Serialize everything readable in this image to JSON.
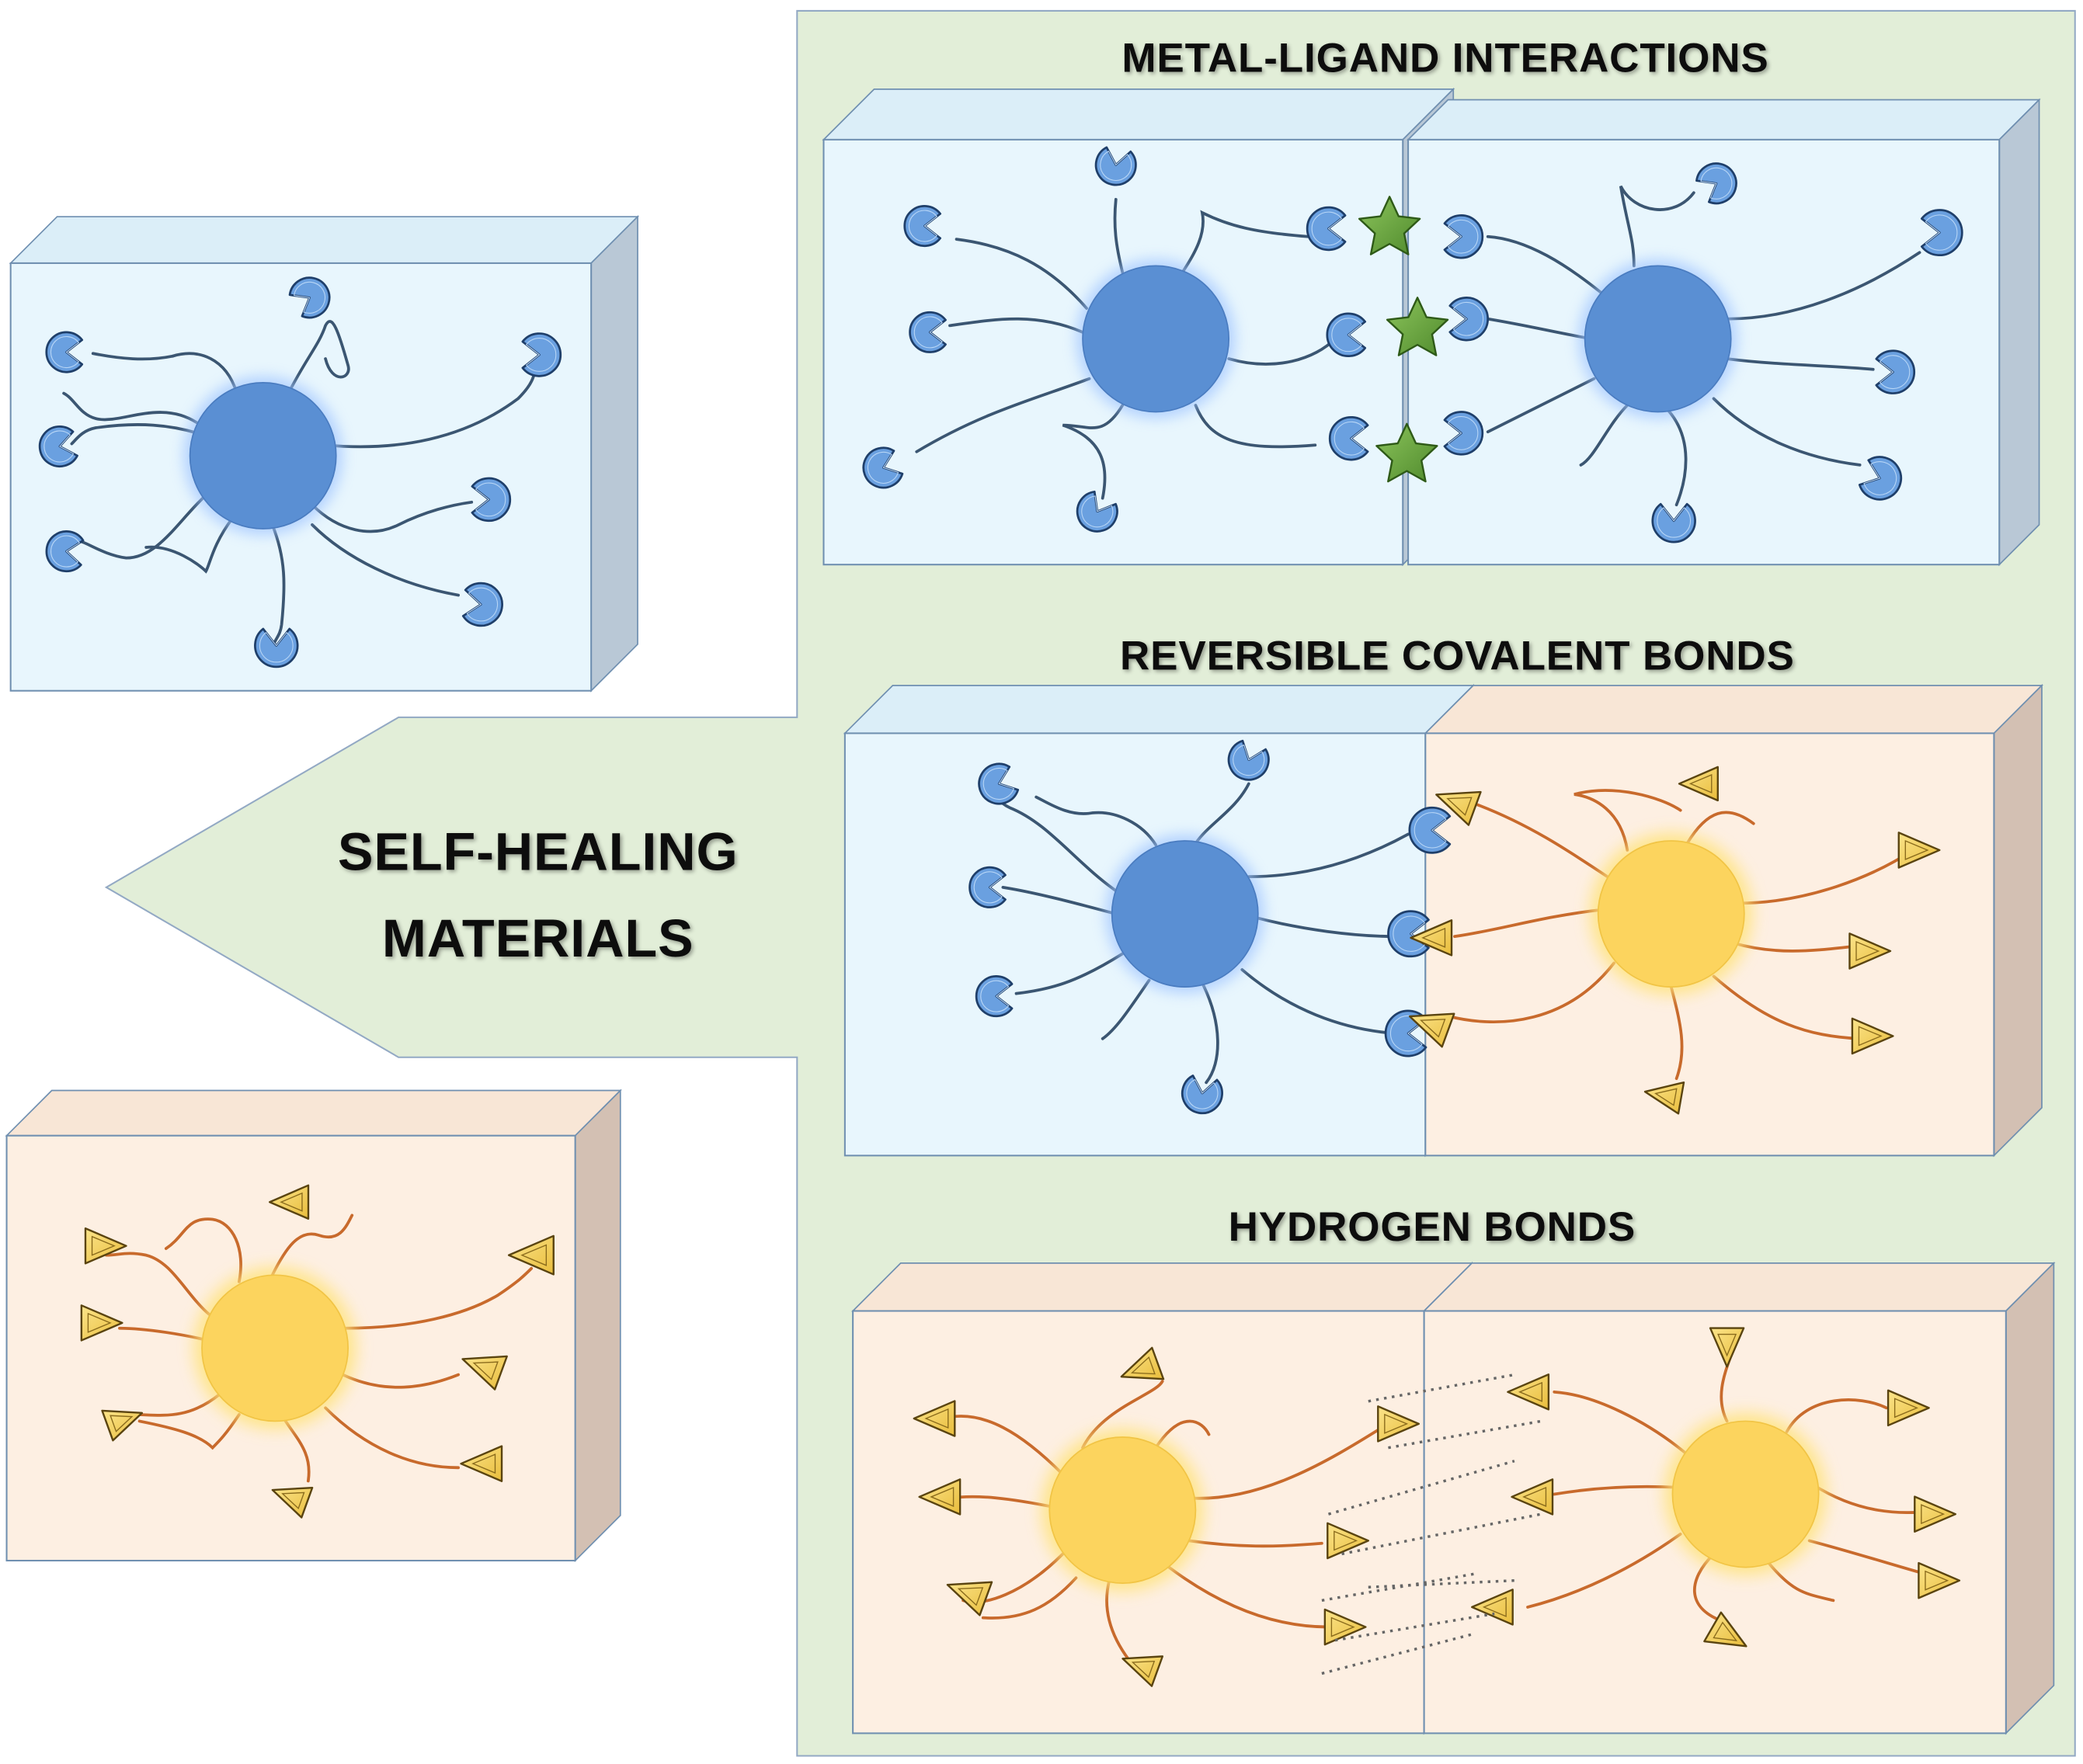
{
  "titles": {
    "metal_ligand": "METAL-LIGAND INTERACTIONS",
    "reversible_covalent": "REVERSIBLE COVALENT BONDS",
    "hydrogen": "HYDROGEN BONDS",
    "center_line1": "SELF-HEALING",
    "center_line2": "MATERIALS"
  },
  "colors": {
    "panel_green": "#e2eed8",
    "box_blue": "#e8f6fd",
    "box_peach": "#fdefe2",
    "blue_core": "#5a8fd3",
    "yellow_core": "#fcd45e",
    "blue_chain": "#3b5672",
    "orange_chain": "#c86a2c",
    "star_green": "#6aaa40"
  },
  "icons": [
    "polymer-core",
    "pacman-ligand-icon",
    "triangle-end-group-icon",
    "star-metal-ion-icon",
    "hydrogen-bond-dots"
  ]
}
